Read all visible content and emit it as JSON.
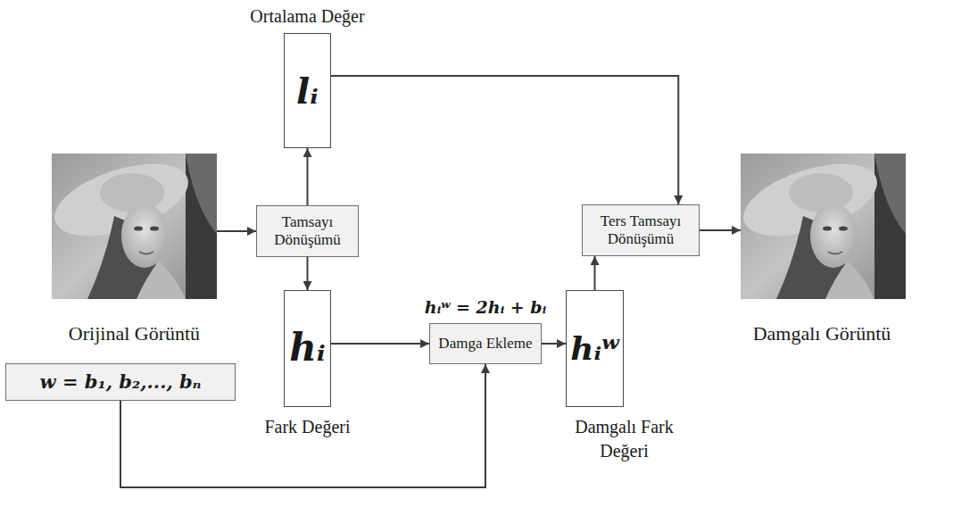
{
  "diagram": {
    "nodes": [
      {
        "text": [
          "Orijinal Görüntü"
        ]
      },
      {
        "text": [
          "Tamsayı Dönüşümü"
        ]
      },
      {
        "text": [
          "Ortalama Değer",
          "lᵢ"
        ]
      },
      {
        "text": [
          "hᵢ",
          "Fark Değeri"
        ]
      },
      {
        "text": [
          "w = b₁, b₂,..., bₙ"
        ]
      },
      {
        "text": [
          "hᵢʷ = 2hᵢ + bᵢ",
          "Damga Ekleme"
        ]
      },
      {
        "text": [
          "hᵢʷ",
          "Damgalı Fark Değeri"
        ]
      },
      {
        "text": [
          "Ters Tamsayı Dönüşümü"
        ]
      },
      {
        "text": [
          "Damgalı Görüntü"
        ]
      }
    ],
    "edges": [
      {
        "from": 0,
        "to": 1,
        "arrow": "to"
      },
      {
        "from": 1,
        "to": 2,
        "arrow": "to"
      },
      {
        "from": 1,
        "to": 3,
        "arrow": "to"
      },
      {
        "from": 3,
        "to": 5,
        "arrow": "to"
      },
      {
        "from": 4,
        "to": 5,
        "arrow": "to"
      },
      {
        "from": 5,
        "to": 6,
        "arrow": "to"
      },
      {
        "from": 6,
        "to": 7,
        "arrow": "to"
      },
      {
        "from": 2,
        "to": 7,
        "arrow": "to"
      },
      {
        "from": 7,
        "to": 8,
        "arrow": "to"
      }
    ]
  }
}
